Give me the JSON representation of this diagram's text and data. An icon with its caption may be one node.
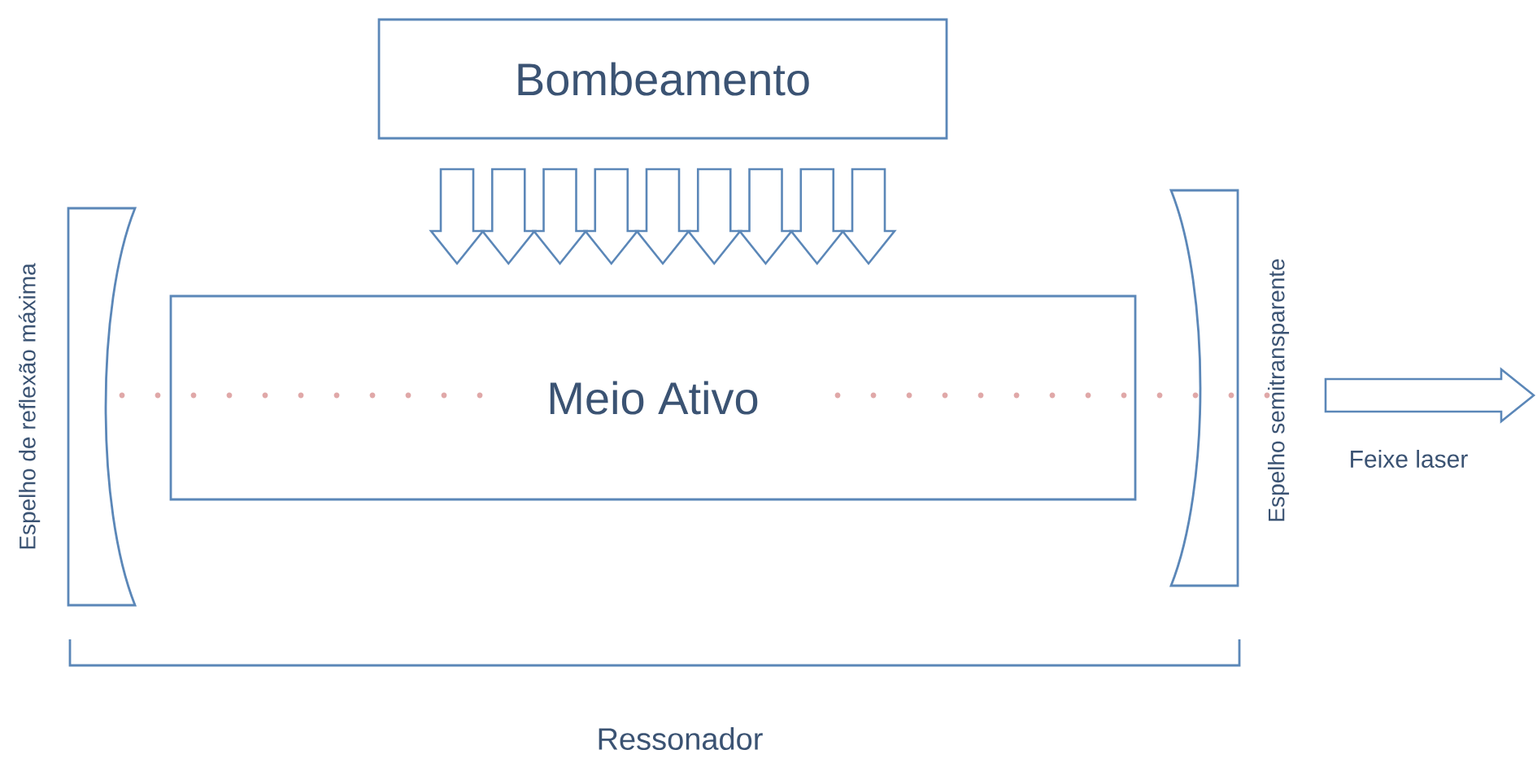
{
  "diagram": {
    "nodes": [
      {
        "text": [
          "Bombeamento"
        ]
      },
      {
        "text": [
          "Meio Ativo"
        ]
      },
      {
        "text": [],
        "shape": "box",
        "beside": [
          "Espelho de reflexão máxima"
        ]
      },
      {
        "text": [],
        "shape": "box",
        "beside": [
          "Espelho semitransparente"
        ]
      }
    ],
    "edges": [
      {
        "from": 0,
        "to": 1,
        "arrow": "to"
      },
      {
        "from": 0,
        "to": 1,
        "arrow": "to"
      },
      {
        "from": 0,
        "to": 1,
        "arrow": "to"
      },
      {
        "from": 0,
        "to": 1,
        "arrow": "to"
      },
      {
        "from": 0,
        "to": 1,
        "arrow": "to"
      },
      {
        "from": 0,
        "to": 1,
        "arrow": "to"
      },
      {
        "from": 0,
        "to": 1,
        "arrow": "to"
      },
      {
        "from": 0,
        "to": 1,
        "arrow": "to"
      },
      {
        "from": 0,
        "to": 1,
        "arrow": "to"
      },
      {
        "from": 3,
        "to": null,
        "arrow": "to",
        "label": "Feixe laser"
      }
    ],
    "labels": [
      "Ressonador"
    ]
  }
}
